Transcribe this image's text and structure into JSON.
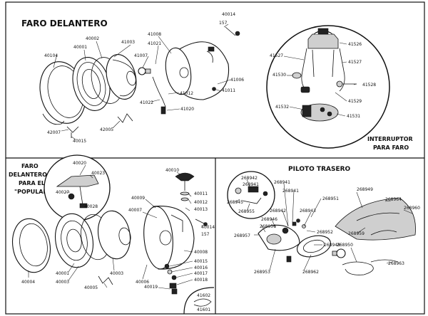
{
  "panels": {
    "faro_delantero": {
      "title": "FARO DELANTERO",
      "labels": [
        {
          "id": "a1",
          "text": "40104"
        },
        {
          "id": "a2",
          "text": "40001"
        },
        {
          "id": "a3",
          "text": "40002"
        },
        {
          "id": "a4",
          "text": "41003"
        },
        {
          "id": "a5",
          "text": "41007"
        },
        {
          "id": "a6",
          "text": "41008"
        },
        {
          "id": "a7",
          "text": "41021"
        },
        {
          "id": "a8",
          "text": "40014"
        },
        {
          "id": "a9",
          "text": "157"
        },
        {
          "id": "a10",
          "text": "41006"
        },
        {
          "id": "a11",
          "text": "41011"
        },
        {
          "id": "a12",
          "text": "41012"
        },
        {
          "id": "a13",
          "text": "41020"
        },
        {
          "id": "a14",
          "text": "41022"
        },
        {
          "id": "a15",
          "text": "42005"
        },
        {
          "id": "a16",
          "text": "42007"
        },
        {
          "id": "a17",
          "text": "40015"
        }
      ]
    },
    "interruptor": {
      "title_line1": "INTERRUPTOR",
      "title_line2": "PARA FARO",
      "labels": [
        {
          "id": "b1",
          "text": "41526"
        },
        {
          "id": "b2",
          "text": "41527"
        },
        {
          "id": "b3",
          "text": "41527"
        },
        {
          "id": "b4",
          "text": "41530"
        },
        {
          "id": "b5",
          "text": "41528"
        },
        {
          "id": "b6",
          "text": "41529"
        },
        {
          "id": "b7",
          "text": "41532"
        },
        {
          "id": "b8",
          "text": "41531"
        }
      ]
    },
    "popular": {
      "title_line1": "FARO",
      "title_line2": "DELANTERO",
      "title_line3": "PARA EL",
      "title_line4": "\"POPULAR\"",
      "labels": [
        {
          "id": "c1",
          "text": "40020"
        },
        {
          "id": "c2",
          "text": "40023"
        },
        {
          "id": "c3",
          "text": "40027"
        },
        {
          "id": "c4",
          "text": "40028"
        },
        {
          "id": "c5",
          "text": "40010"
        },
        {
          "id": "c6",
          "text": "40011"
        },
        {
          "id": "c7",
          "text": "40012"
        },
        {
          "id": "c8",
          "text": "40013"
        },
        {
          "id": "c9",
          "text": "40009"
        },
        {
          "id": "c10",
          "text": "40007"
        },
        {
          "id": "c11",
          "text": "40014"
        },
        {
          "id": "c12",
          "text": "157"
        },
        {
          "id": "c13",
          "text": "40008"
        },
        {
          "id": "c14",
          "text": "40015"
        },
        {
          "id": "c15",
          "text": "40016"
        },
        {
          "id": "c16",
          "text": "40017"
        },
        {
          "id": "c17",
          "text": "40018"
        },
        {
          "id": "c18",
          "text": "40019"
        },
        {
          "id": "c19",
          "text": "40004"
        },
        {
          "id": "c20",
          "text": "40001"
        },
        {
          "id": "c21",
          "text": "40003"
        },
        {
          "id": "c22",
          "text": "40005"
        },
        {
          "id": "c23",
          "text": "40003"
        },
        {
          "id": "c24",
          "text": "40006"
        },
        {
          "id": "c25",
          "text": "41602"
        },
        {
          "id": "c26",
          "text": "41601"
        }
      ]
    },
    "piloto_trasero": {
      "title": "PILOTO TRASERO",
      "labels": [
        {
          "id": "d1",
          "text": "268942"
        },
        {
          "id": "d2",
          "text": "268941"
        },
        {
          "id": "d3",
          "text": "268945"
        },
        {
          "id": "d4",
          "text": "268955"
        },
        {
          "id": "d5",
          "text": "268951"
        },
        {
          "id": "d6",
          "text": "268941"
        },
        {
          "id": "d7",
          "text": "268941"
        },
        {
          "id": "d8",
          "text": "268942"
        },
        {
          "id": "d9",
          "text": "268943"
        },
        {
          "id": "d10",
          "text": "268946"
        },
        {
          "id": "d11",
          "text": "268956"
        },
        {
          "id": "d12",
          "text": "268957"
        },
        {
          "id": "d13",
          "text": "268952"
        },
        {
          "id": "d14",
          "text": "268948"
        },
        {
          "id": "d15",
          "text": "268953"
        },
        {
          "id": "d16",
          "text": "268962"
        },
        {
          "id": "d17",
          "text": "268949"
        },
        {
          "id": "d18",
          "text": "268964"
        },
        {
          "id": "d19",
          "text": "268960"
        },
        {
          "id": "d20",
          "text": "268959"
        },
        {
          "id": "d21",
          "text": "268950"
        },
        {
          "id": "d22",
          "text": "268963"
        }
      ]
    }
  }
}
